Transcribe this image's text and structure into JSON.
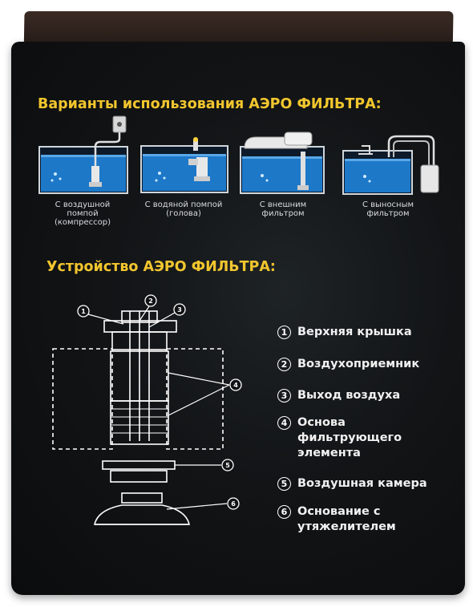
{
  "headings": {
    "variants": "Варианты использования АЭРО ФИЛЬТРА:",
    "device": "Устройство АЭРО ФИЛЬТРА:"
  },
  "usage_variants": [
    {
      "caption": "С воздушной помпой (компрессор)",
      "icon": "air-pump-aquarium-icon"
    },
    {
      "caption": "С водяной помпой (голова)",
      "icon": "water-pump-aquarium-icon"
    },
    {
      "caption": "С внешним фильтром",
      "icon": "external-filter-aquarium-icon"
    },
    {
      "caption": "С выносным фильтром",
      "icon": "remote-filter-aquarium-icon"
    }
  ],
  "parts": [
    {
      "num": "1",
      "label": "Верхняя крышка"
    },
    {
      "num": "2",
      "label": "Воздухоприемник"
    },
    {
      "num": "3",
      "label": "Выход воздуха"
    },
    {
      "num": "4",
      "label": "Основа фильтрующего элемента"
    },
    {
      "num": "5",
      "label": "Воздушная камера"
    },
    {
      "num": "6",
      "label": "Основание с утяжелителем"
    }
  ],
  "diagram_callouts": [
    "1",
    "2",
    "3",
    "4",
    "5",
    "6"
  ],
  "colors": {
    "heading": "#f2c62e",
    "water": "#1d78c8",
    "box_background": "#111315",
    "line": "#ffffff"
  }
}
